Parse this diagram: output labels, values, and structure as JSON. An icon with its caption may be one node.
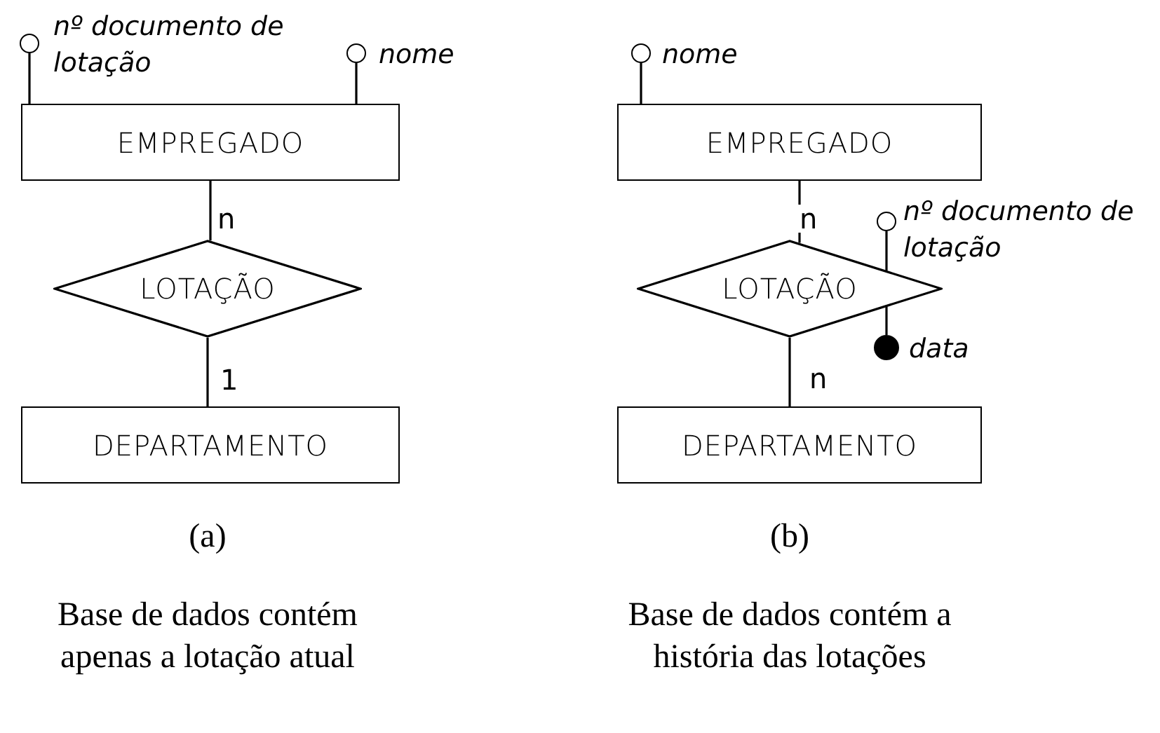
{
  "diagram": {
    "nodes": [
      {
        "text": [],
        "shape": "circle",
        "beside": [
          "nº documento de lotação"
        ]
      },
      {
        "text": [],
        "shape": "circle",
        "beside": [
          "nome"
        ]
      },
      {
        "text": [
          "EMPREGADO"
        ]
      },
      {
        "text": [
          "LOTAÇÃO"
        ]
      },
      {
        "text": [
          "DEPARTAMENTO"
        ]
      },
      {
        "text": [],
        "shape": "circle",
        "beside": [
          "nome"
        ]
      },
      {
        "text": [
          "EMPREGADO"
        ]
      },
      {
        "text": [],
        "shape": "circle",
        "beside": [
          "nº documento de lotação"
        ]
      },
      {
        "text": [
          "LOTAÇÃO"
        ]
      },
      {
        "text": [],
        "shape": "dot",
        "beside": [
          "data"
        ]
      },
      {
        "text": [
          "DEPARTAMENTO"
        ]
      }
    ],
    "edges": [
      {
        "from": 0,
        "to": 2,
        "arrow": "none"
      },
      {
        "from": 1,
        "to": 2,
        "arrow": "none"
      },
      {
        "from": 2,
        "to": 3,
        "arrow": "none",
        "label": "n"
      },
      {
        "from": 3,
        "to": 4,
        "arrow": "none",
        "label": "1"
      },
      {
        "from": 5,
        "to": 6,
        "arrow": "none"
      },
      {
        "from": 6,
        "to": 8,
        "arrow": "none",
        "label": "n"
      },
      {
        "from": 7,
        "to": 8,
        "arrow": "none"
      },
      {
        "from": 9,
        "to": 8,
        "arrow": "none"
      },
      {
        "from": 8,
        "to": 10,
        "arrow": "none",
        "label": "n"
      }
    ],
    "labels": [
      "(a)",
      "(b)",
      "Base de dados contém apenas a lotação atual",
      "Base de dados contém a história das lotações"
    ]
  }
}
